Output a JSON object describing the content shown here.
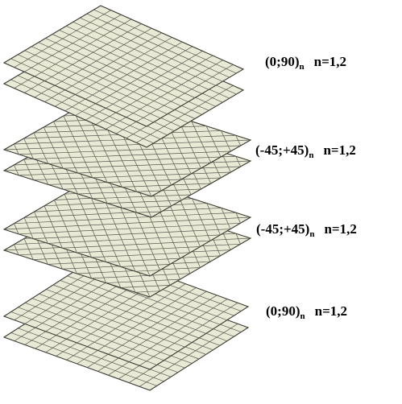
{
  "colors": {
    "ply_fill": "#e9ead5",
    "grid_line": "#5a5a50",
    "edge": "#3a3a34"
  },
  "groups": [
    {
      "pattern": "orthogonal",
      "layup": "(0;90)",
      "subscript": "n",
      "count": "n=1,2"
    },
    {
      "pattern": "diagonal",
      "layup": "(-45;+45)",
      "subscript": "n",
      "count": "n=1,2"
    },
    {
      "pattern": "diagonal",
      "layup": "(-45;+45)",
      "subscript": "n",
      "count": "n=1,2"
    },
    {
      "pattern": "orthogonal",
      "layup": "(0;90)",
      "subscript": "n",
      "count": "n=1,2"
    }
  ]
}
